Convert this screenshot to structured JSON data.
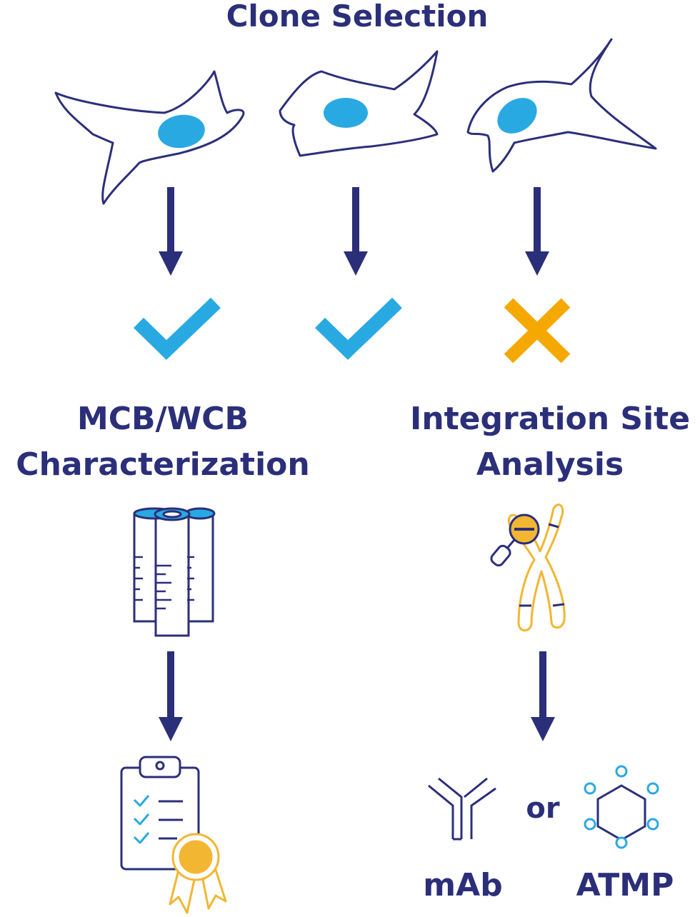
{
  "title": "Clone Selection",
  "branches": {
    "left": {
      "line1": "MCB/WCB",
      "line2": "Characterization"
    },
    "right": {
      "line1": "Integration Site",
      "line2": "Analysis"
    }
  },
  "products": {
    "mab": "mAb",
    "connector": "or",
    "atmp": "ATMP"
  },
  "colors": {
    "navy": "#2b2f7a",
    "cyan": "#29a9e1",
    "orange": "#f5a800",
    "gold": "#f2b632"
  },
  "clone_results": [
    "check",
    "check",
    "cross"
  ]
}
